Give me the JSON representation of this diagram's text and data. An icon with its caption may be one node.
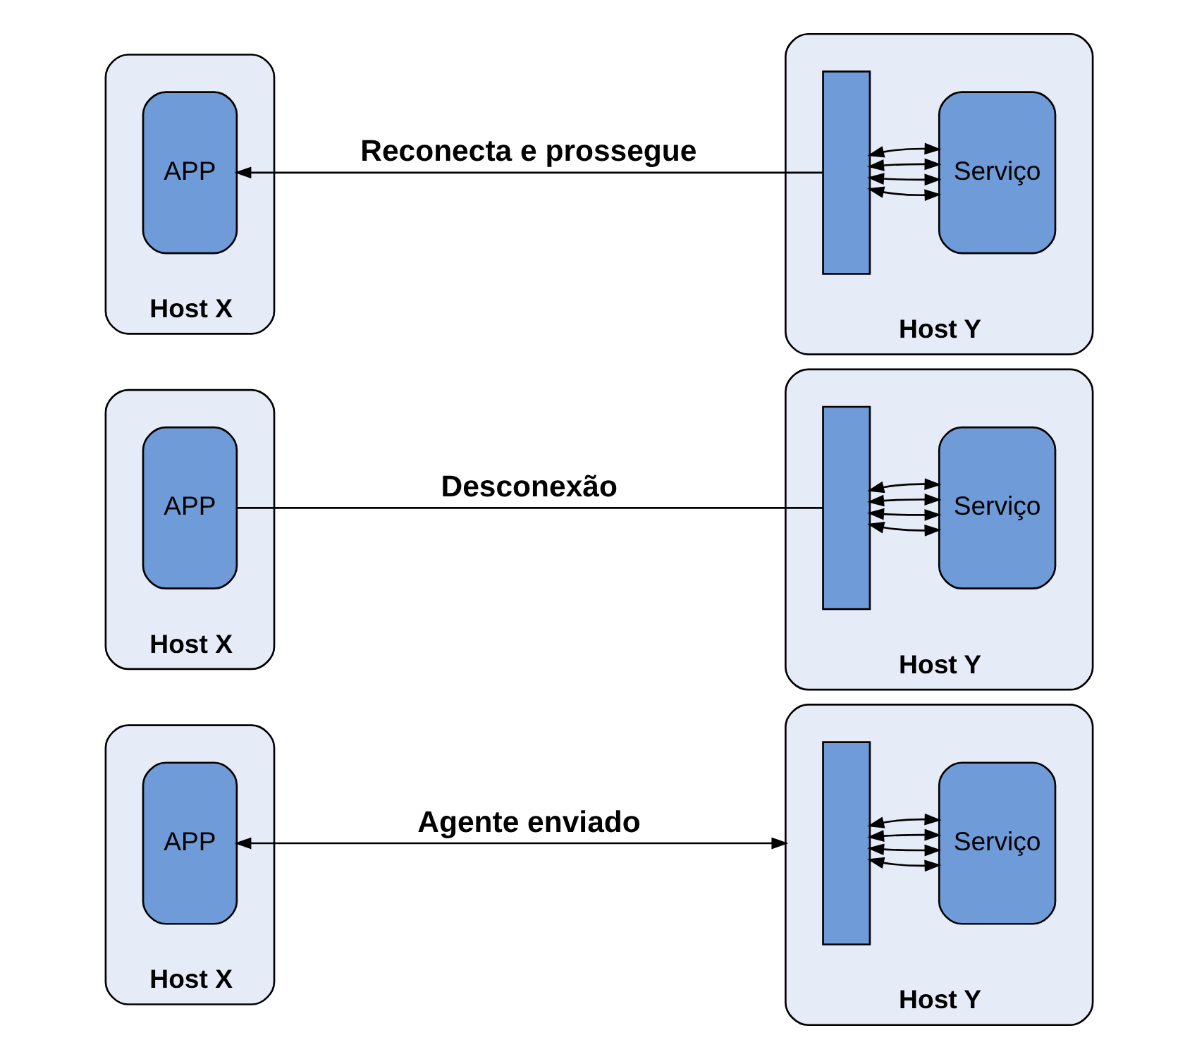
{
  "diagram": {
    "nodes": [
      {
        "text": [
          "Host X"
        ]
      },
      {
        "text": [
          "APP"
        ],
        "in": 0
      },
      {
        "text": [
          "Host Y"
        ]
      },
      {
        "text": [],
        "shape": "box",
        "in": 2
      },
      {
        "text": [
          "Serviço"
        ],
        "in": 2
      },
      {
        "text": [
          "Host X"
        ]
      },
      {
        "text": [
          "APP"
        ],
        "in": 5
      },
      {
        "text": [
          "Host Y"
        ]
      },
      {
        "text": [],
        "shape": "box",
        "in": 7
      },
      {
        "text": [
          "Serviço"
        ],
        "in": 7
      },
      {
        "text": [
          "Host X"
        ]
      },
      {
        "text": [
          "APP"
        ],
        "in": 10
      },
      {
        "text": [
          "Host Y"
        ]
      },
      {
        "text": [],
        "shape": "box",
        "in": 12
      },
      {
        "text": [
          "Serviço"
        ],
        "in": 12
      }
    ],
    "edges": [
      {
        "from": 1,
        "to": 2,
        "arrow": "both",
        "label": "Agente enviado"
      },
      {
        "from": 3,
        "to": 4,
        "arrow": "both"
      },
      {
        "from": 3,
        "to": 4,
        "arrow": "both"
      },
      {
        "from": 3,
        "to": 4,
        "arrow": "both"
      },
      {
        "from": 3,
        "to": 4,
        "arrow": "both"
      },
      {
        "from": 6,
        "to": 8,
        "arrow": "none",
        "label": "Desconexão"
      },
      {
        "from": 8,
        "to": 9,
        "arrow": "both"
      },
      {
        "from": 8,
        "to": 9,
        "arrow": "both"
      },
      {
        "from": 8,
        "to": 9,
        "arrow": "both"
      },
      {
        "from": 8,
        "to": 9,
        "arrow": "both"
      },
      {
        "from": 13,
        "to": 11,
        "arrow": "to",
        "label": "Reconecta e prossegue"
      },
      {
        "from": 13,
        "to": 14,
        "arrow": "both"
      },
      {
        "from": 13,
        "to": 14,
        "arrow": "both"
      },
      {
        "from": 13,
        "to": 14,
        "arrow": "both"
      },
      {
        "from": 13,
        "to": 14,
        "arrow": "both"
      }
    ]
  }
}
